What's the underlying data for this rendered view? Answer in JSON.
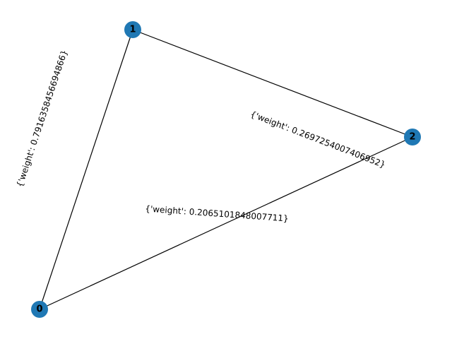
{
  "graph": {
    "node_color": "#1f78b4",
    "edge_color": "#000000",
    "nodes": [
      {
        "id": "0",
        "label": "0"
      },
      {
        "id": "1",
        "label": "1"
      },
      {
        "id": "2",
        "label": "2"
      }
    ],
    "edges": [
      {
        "source": "0",
        "target": "1",
        "label": "{'weight': 0.7916358456694866}"
      },
      {
        "source": "1",
        "target": "2",
        "label": "{'weight': 0.2697254007406952}"
      },
      {
        "source": "0",
        "target": "2",
        "label": "{'weight': 0.2065101848007711}"
      }
    ]
  }
}
